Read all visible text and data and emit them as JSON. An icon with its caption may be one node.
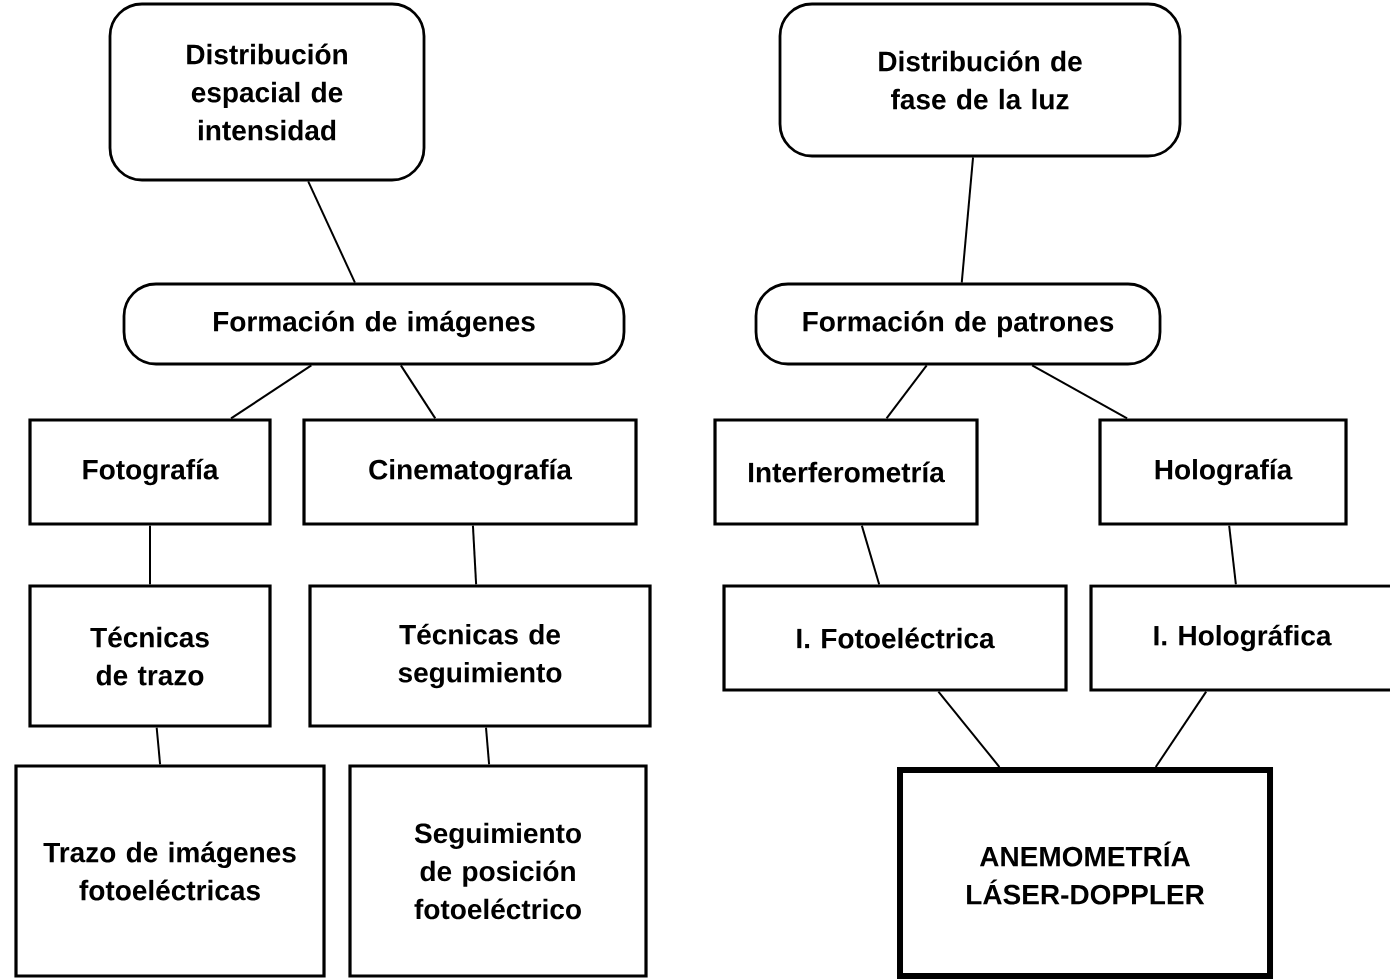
{
  "diagram": {
    "nodes": [
      {
        "text": [
          "Distribución espacial de intensidad"
        ]
      },
      {
        "text": [
          "Formación de imágenes"
        ]
      },
      {
        "text": [
          "Fotografía"
        ]
      },
      {
        "text": [
          "Cinematografía"
        ]
      },
      {
        "text": [
          "Técnicas de trazo"
        ]
      },
      {
        "text": [
          "Técnicas de seguimiento"
        ]
      },
      {
        "text": [
          "Trazo de imágenes fotoeléctricas"
        ]
      },
      {
        "text": [
          "Seguimiento de posición fotoeléctrico"
        ]
      },
      {
        "text": [
          "Distribución de fase de la luz"
        ]
      },
      {
        "text": [
          "Formación de patrones"
        ]
      },
      {
        "text": [
          "Interferometría"
        ]
      },
      {
        "text": [
          "Holografía"
        ]
      },
      {
        "text": [
          "I. Fotoeléctrica"
        ]
      },
      {
        "text": [
          "I. Holográfica"
        ]
      },
      {
        "text": [
          "ANEMOMETRÍA LÁSER-DOPPLER"
        ]
      }
    ],
    "edges": [
      {
        "from": 0,
        "to": 1,
        "arrow": "none"
      },
      {
        "from": 1,
        "to": 2,
        "arrow": "none"
      },
      {
        "from": 1,
        "to": 3,
        "arrow": "none"
      },
      {
        "from": 2,
        "to": 4,
        "arrow": "none"
      },
      {
        "from": 3,
        "to": 5,
        "arrow": "none"
      },
      {
        "from": 4,
        "to": 6,
        "arrow": "none"
      },
      {
        "from": 5,
        "to": 7,
        "arrow": "none"
      },
      {
        "from": 8,
        "to": 9,
        "arrow": "none"
      },
      {
        "from": 9,
        "to": 10,
        "arrow": "none"
      },
      {
        "from": 9,
        "to": 11,
        "arrow": "none"
      },
      {
        "from": 10,
        "to": 12,
        "arrow": "none"
      },
      {
        "from": 11,
        "to": 13,
        "arrow": "none"
      },
      {
        "from": 12,
        "to": 14,
        "arrow": "none"
      },
      {
        "from": 13,
        "to": 14,
        "arrow": "none"
      }
    ]
  }
}
